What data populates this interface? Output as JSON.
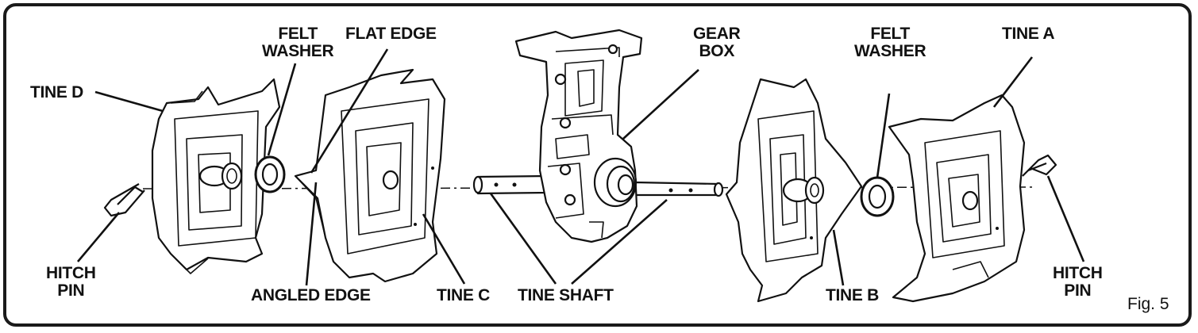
{
  "labels": {
    "tine_d": "TINE D",
    "felt_washer_left": "FELT\nWASHER",
    "flat_edge": "FLAT EDGE",
    "gear_box": "GEAR\nBOX",
    "felt_washer_right": "FELT\nWASHER",
    "tine_a": "TINE A",
    "hitch_pin_left": "HITCH\nPIN",
    "angled_edge": "ANGLED EDGE",
    "tine_c": "TINE C",
    "tine_shaft": "TINE SHAFT",
    "tine_b": "TINE B",
    "hitch_pin_right": "HITCH\nPIN"
  },
  "figure_caption": "Fig. 5",
  "colors": {
    "line": "#111111",
    "background": "#ffffff"
  }
}
